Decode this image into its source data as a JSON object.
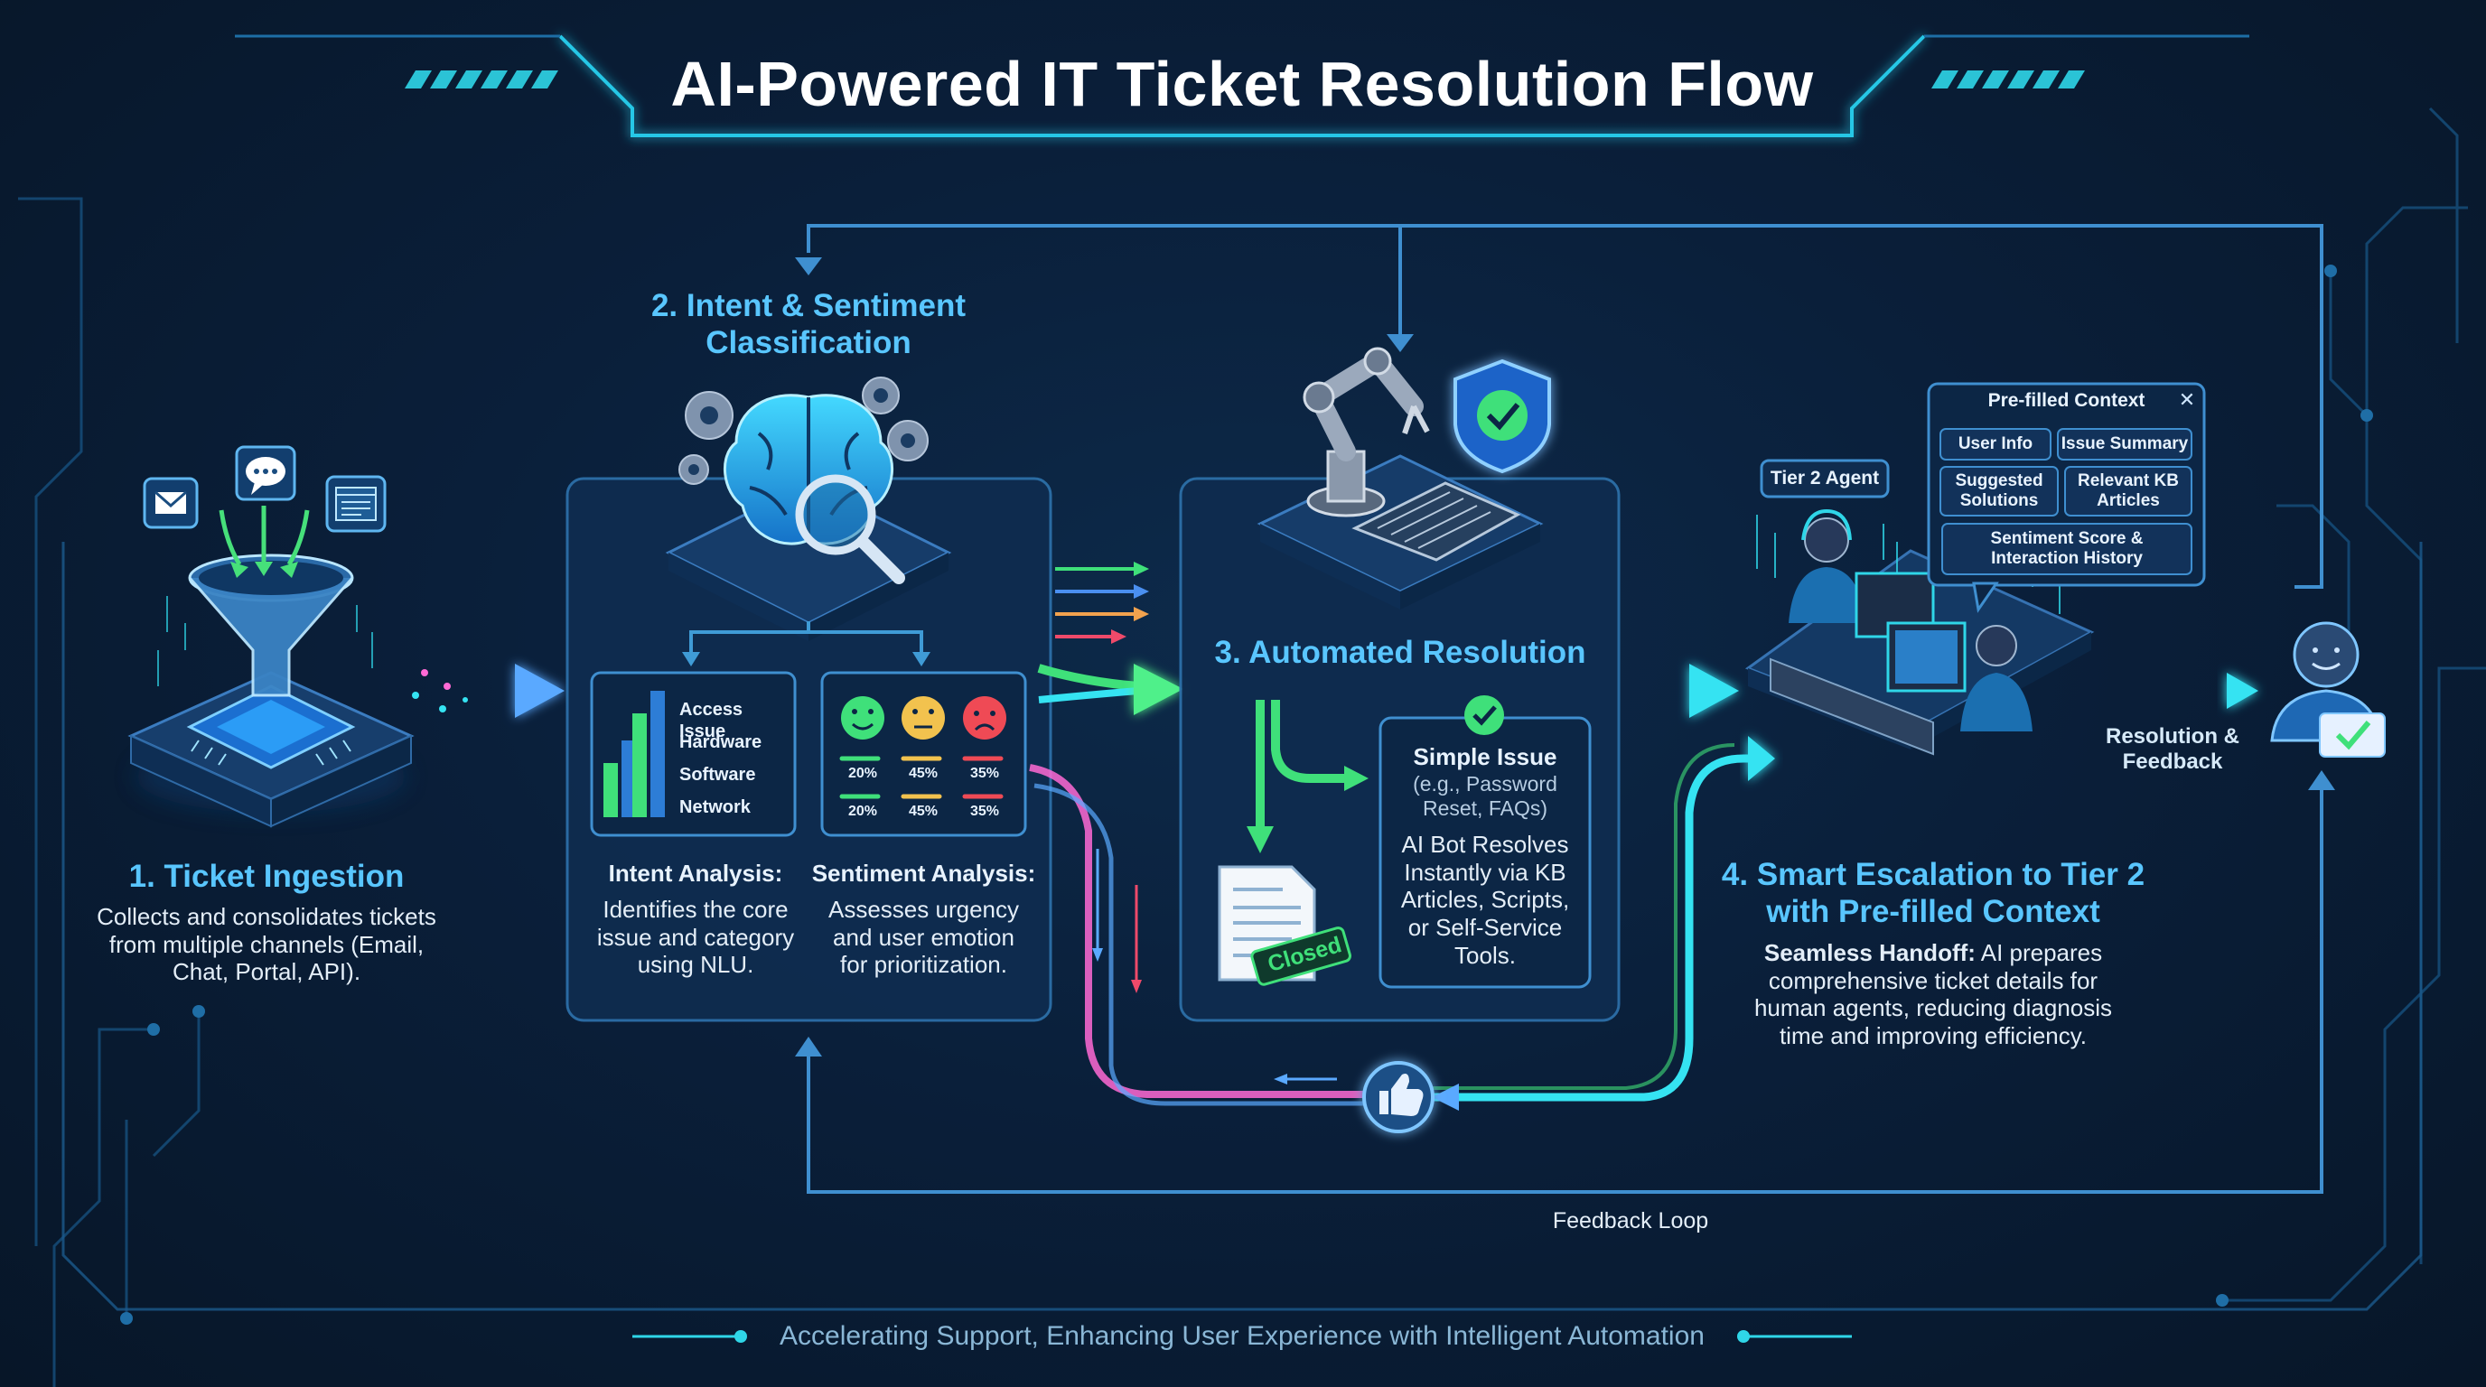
{
  "title": "AI-Powered IT Ticket Resolution Flow",
  "footer": "Accelerating Support, Enhancing User Experience with Intelligent Automation",
  "feedback_loop_label": "Feedback Loop",
  "resolution_label": "Resolution & Feedback",
  "steps": {
    "ingestion": {
      "title": "1. Ticket Ingestion",
      "description": "Collects and consolidates tickets from multiple channels (Email, Chat, Portal, API)."
    },
    "classification": {
      "title": "2. Intent & Sentiment Classification",
      "categories": [
        "Access Issue",
        "Hardware",
        "Software",
        "Network"
      ],
      "sentiment_percentages": [
        "20%",
        "45%",
        "35%"
      ],
      "intent_heading": "Intent Analysis:",
      "intent_text": "Identifies the core issue and category using NLU.",
      "sentiment_heading": "Sentiment Analysis:",
      "sentiment_text": "Assesses urgency and user emotion for prioritization."
    },
    "automated": {
      "title": "3. Automated Resolution",
      "simple_issue_title": "Simple Issue",
      "simple_issue_examples": "(e.g., Password Reset, FAQs)",
      "simple_issue_text": "AI Bot Resolves Instantly via KB Articles, Scripts, or Self-Service Tools.",
      "closed_stamp": "Closed"
    },
    "escalation": {
      "title": "4. Smart Escalation to Tier 2 with Pre-filled Context",
      "agent_label": "Tier 2 Agent",
      "handoff_heading": "Seamless Handoff:",
      "handoff_text": "AI prepares comprehensive ticket details for human agents, reducing diagnosis time and improving efficiency.",
      "context_panel": {
        "title": "Pre-filled Context",
        "close_symbol": "✕",
        "items": [
          "User Info",
          "Issue Summary",
          "Suggested Solutions",
          "Relevant KB Articles",
          "Sentiment Score & Interaction History"
        ]
      }
    }
  },
  "colors": {
    "background": "#0a1f3a",
    "accent_cyan": "#2fd6e8",
    "accent_blue": "#59c6ff",
    "accent_green": "#3fe07a",
    "panel_border": "#2c6fa8",
    "faint_line": "#1e5a8a"
  },
  "icons": [
    "email-icon",
    "chat-icon",
    "portal-icon",
    "funnel-icon",
    "chip-icon",
    "brain-icon",
    "gear-icon",
    "magnifier-icon",
    "robot-arm-icon",
    "keyboard-icon",
    "shield-check-icon",
    "check-icon",
    "document-icon",
    "thumbs-up-icon",
    "agent-icon",
    "user-icon"
  ]
}
